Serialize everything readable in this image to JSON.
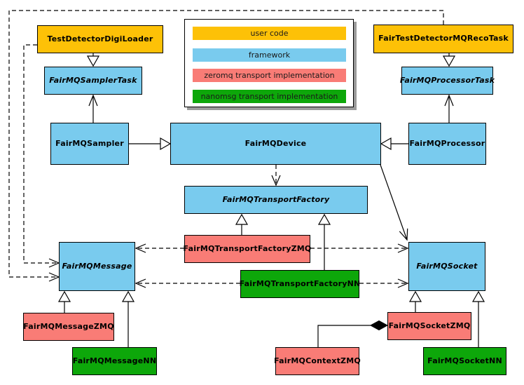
{
  "legend": {
    "items": [
      {
        "label": "user code",
        "category": "user_code",
        "color": "#FDC107"
      },
      {
        "label": "framework",
        "category": "framework",
        "color": "#79CBEE"
      },
      {
        "label": "zeromq transport implementation",
        "category": "zeromq",
        "color": "#F97C76"
      },
      {
        "label": "nanomsg transport implementation",
        "category": "nanomsg",
        "color": "#0DA70A"
      }
    ]
  },
  "colors": {
    "user_code": "#FDC107",
    "framework": "#79CBEE",
    "zeromq": "#F97C76",
    "nanomsg": "#0DA70A",
    "line": "#000000",
    "legend_shadow": "#9B9B9B"
  },
  "nodes": [
    {
      "id": "test-detector-digi-loader",
      "label": "TestDetectorDigiLoader",
      "category": "user_code",
      "abstract": false
    },
    {
      "id": "fair-test-detector-mq-reco-task",
      "label": "FairTestDetectorMQRecoTask",
      "category": "user_code",
      "abstract": false
    },
    {
      "id": "fairmq-sampler-task",
      "label": "FairMQSamplerTask",
      "category": "framework",
      "abstract": true
    },
    {
      "id": "fairmq-processor-task",
      "label": "FairMQProcessorTask",
      "category": "framework",
      "abstract": true
    },
    {
      "id": "fairmq-sampler",
      "label": "FairMQSampler",
      "category": "framework",
      "abstract": false
    },
    {
      "id": "fairmq-device",
      "label": "FairMQDevice",
      "category": "framework",
      "abstract": false
    },
    {
      "id": "fairmq-processor",
      "label": "FairMQProcessor",
      "category": "framework",
      "abstract": false
    },
    {
      "id": "fairmq-transport-factory",
      "label": "FairMQTransportFactory",
      "category": "framework",
      "abstract": true
    },
    {
      "id": "fairmq-transport-factory-zmq",
      "label": "FairMQTransportFactoryZMQ",
      "category": "zeromq",
      "abstract": false
    },
    {
      "id": "fairmq-transport-factory-nn",
      "label": "FairMQTransportFactoryNN",
      "category": "nanomsg",
      "abstract": false
    },
    {
      "id": "fairmq-message",
      "label": "FairMQMessage",
      "category": "framework",
      "abstract": true
    },
    {
      "id": "fairmq-socket",
      "label": "FairMQSocket",
      "category": "framework",
      "abstract": true
    },
    {
      "id": "fairmq-message-zmq",
      "label": "FairMQMessageZMQ",
      "category": "zeromq",
      "abstract": false
    },
    {
      "id": "fairmq-message-nn",
      "label": "FairMQMessageNN",
      "category": "nanomsg",
      "abstract": false
    },
    {
      "id": "fairmq-socket-zmq",
      "label": "FairMQSocketZMQ",
      "category": "zeromq",
      "abstract": false
    },
    {
      "id": "fairmq-context-zmq",
      "label": "FairMQContextZMQ",
      "category": "zeromq",
      "abstract": false
    },
    {
      "id": "fairmq-socket-nn",
      "label": "FairMQSocketNN",
      "category": "nanomsg",
      "abstract": false
    }
  ],
  "edges": [
    {
      "from": "TestDetectorDigiLoader",
      "to": "FairMQSamplerTask",
      "type": "inheritance",
      "line": "solid"
    },
    {
      "from": "FairTestDetectorMQRecoTask",
      "to": "FairMQProcessorTask",
      "type": "inheritance",
      "line": "solid"
    },
    {
      "from": "FairMQSampler",
      "to": "FairMQDevice",
      "type": "inheritance",
      "line": "solid"
    },
    {
      "from": "FairMQProcessor",
      "to": "FairMQDevice",
      "type": "inheritance",
      "line": "solid"
    },
    {
      "from": "FairMQSampler",
      "to": "FairMQSamplerTask",
      "type": "association",
      "line": "solid"
    },
    {
      "from": "FairMQProcessor",
      "to": "FairMQProcessorTask",
      "type": "association",
      "line": "solid"
    },
    {
      "from": "FairMQDevice",
      "to": "FairMQTransportFactory",
      "type": "dependency",
      "line": "dashed"
    },
    {
      "from": "FairMQDevice",
      "to": "FairMQSocket",
      "type": "association",
      "line": "solid"
    },
    {
      "from": "FairMQTransportFactoryZMQ",
      "to": "FairMQTransportFactory",
      "type": "inheritance",
      "line": "solid"
    },
    {
      "from": "FairMQTransportFactoryNN",
      "to": "FairMQTransportFactory",
      "type": "inheritance",
      "line": "solid"
    },
    {
      "from": "FairMQTransportFactoryZMQ",
      "to": "FairMQMessage",
      "type": "dependency",
      "line": "dashed"
    },
    {
      "from": "FairMQTransportFactoryZMQ",
      "to": "FairMQSocket",
      "type": "dependency",
      "line": "dashed"
    },
    {
      "from": "FairMQTransportFactoryNN",
      "to": "FairMQMessage",
      "type": "dependency",
      "line": "dashed"
    },
    {
      "from": "FairMQTransportFactoryNN",
      "to": "FairMQSocket",
      "type": "dependency",
      "line": "dashed"
    },
    {
      "from": "TestDetectorDigiLoader",
      "to": "FairMQMessage",
      "type": "dependency",
      "line": "dashed"
    },
    {
      "from": "FairTestDetectorMQRecoTask",
      "to": "FairMQMessage",
      "type": "dependency",
      "line": "dashed"
    },
    {
      "from": "FairMQMessageZMQ",
      "to": "FairMQMessage",
      "type": "inheritance",
      "line": "solid"
    },
    {
      "from": "FairMQMessageNN",
      "to": "FairMQMessage",
      "type": "inheritance",
      "line": "solid"
    },
    {
      "from": "FairMQSocketZMQ",
      "to": "FairMQSocket",
      "type": "inheritance",
      "line": "solid"
    },
    {
      "from": "FairMQSocketNN",
      "to": "FairMQSocket",
      "type": "inheritance",
      "line": "solid"
    },
    {
      "from": "FairMQSocketZMQ",
      "to": "FairMQContextZMQ",
      "type": "composition",
      "line": "solid"
    }
  ]
}
